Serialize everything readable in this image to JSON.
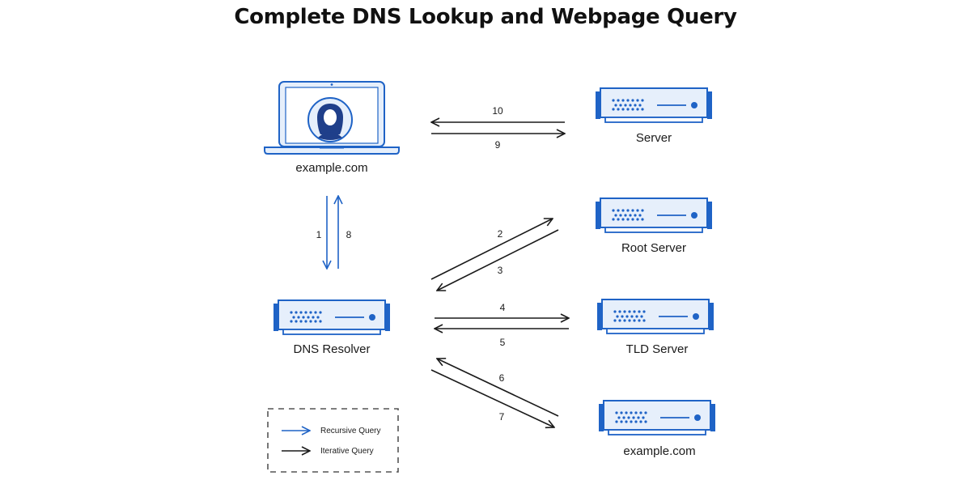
{
  "title": "Complete DNS Lookup and Webpage Query",
  "colors": {
    "accent": "#1f63c6",
    "light_fill": "#e6effb",
    "screen": "#dbe8f8",
    "ink": "#1a1a1a"
  },
  "nodes": {
    "client": {
      "label": "example.com",
      "icon": "laptop-user-icon"
    },
    "server": {
      "label": "Server",
      "icon": "server-icon"
    },
    "root_server": {
      "label": "Root Server",
      "icon": "server-icon"
    },
    "dns_resolver": {
      "label": "DNS Resolver",
      "icon": "server-icon"
    },
    "tld_server": {
      "label": "TLD Server",
      "icon": "server-icon"
    },
    "authoritative_server": {
      "label": "example.com",
      "icon": "server-icon"
    }
  },
  "steps": {
    "s1": "1",
    "s2": "2",
    "s3": "3",
    "s4": "4",
    "s5": "5",
    "s6": "6",
    "s7": "7",
    "s8": "8",
    "s9": "9",
    "s10": "10"
  },
  "legend": {
    "recursive": "Recursive Query",
    "iterative": "Iterative Query"
  }
}
